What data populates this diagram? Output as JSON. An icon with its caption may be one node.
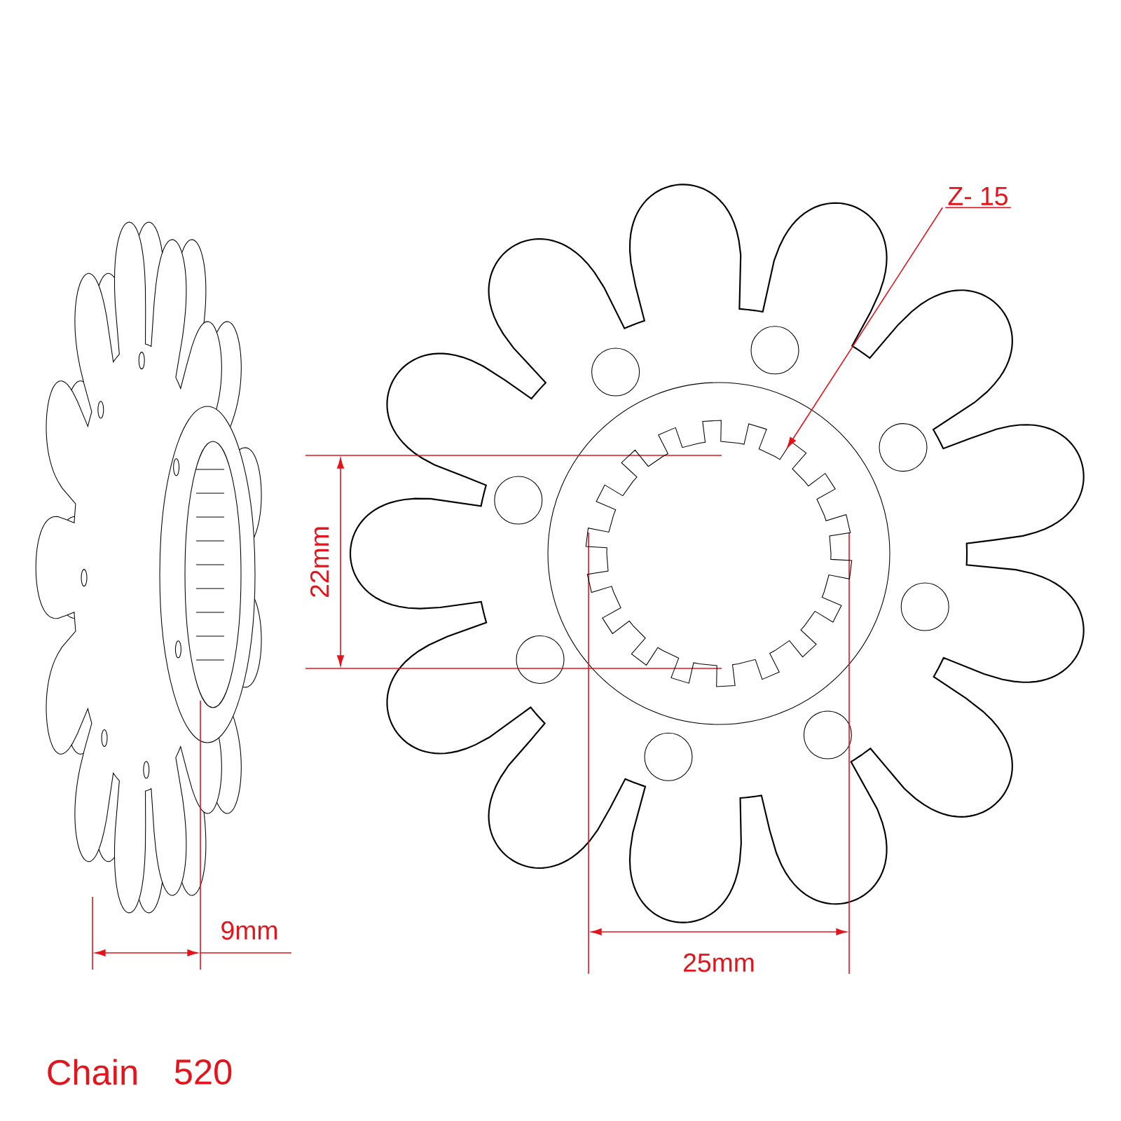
{
  "diagram": {
    "nodes": [
      {
        "text": [
          "Z- 15"
        ]
      },
      {
        "text": [],
        "shape": "picture"
      }
    ],
    "edges": [
      {
        "from": 0,
        "to": 1,
        "arrow": "to"
      }
    ],
    "labels": [
      "22mm",
      "9mm",
      "25mm",
      "Chain",
      "520"
    ]
  }
}
